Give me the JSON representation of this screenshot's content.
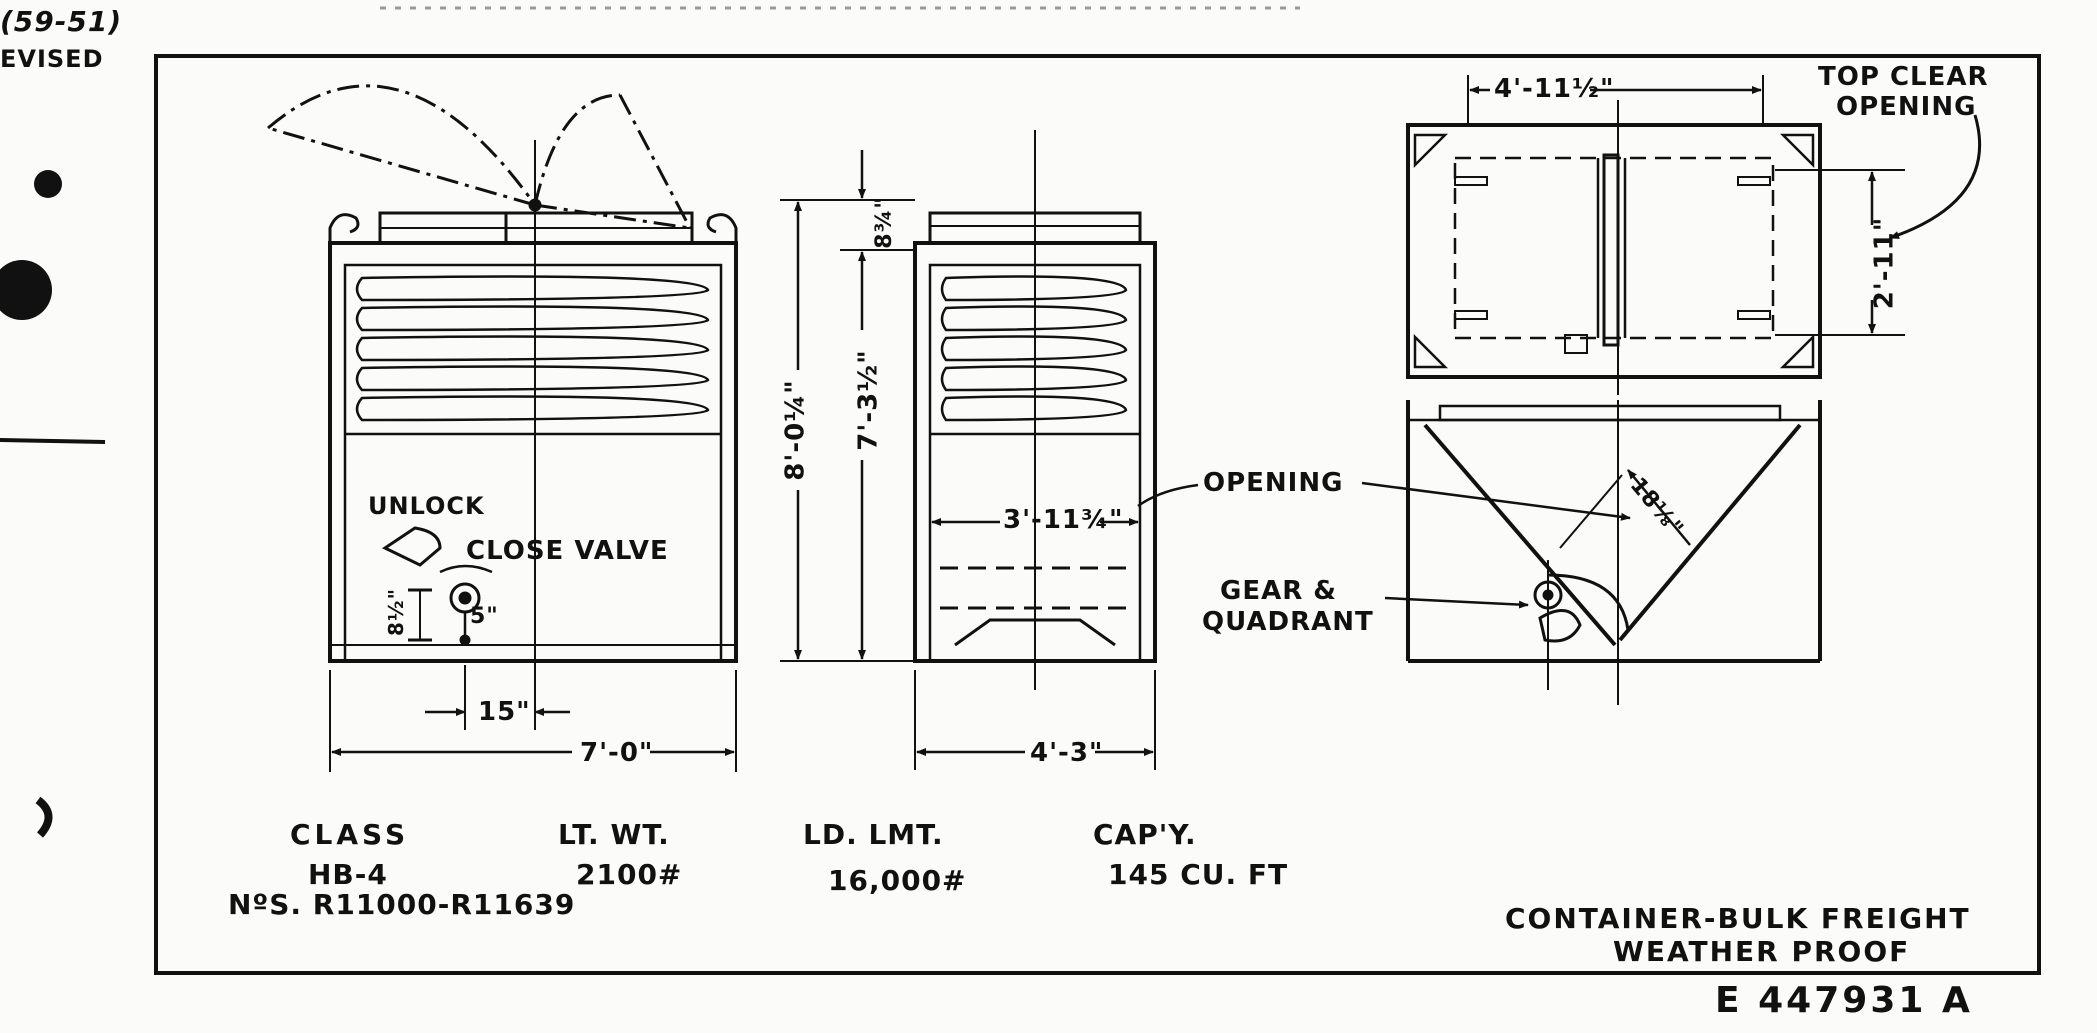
{
  "corner": {
    "top_left": "(59-51)",
    "revised": "EVISED"
  },
  "callouts": {
    "top_clear_opening": [
      "TOP CLEAR",
      "OPENING"
    ],
    "opening": "OPENING",
    "gear_quadrant": [
      "GEAR &",
      "QUADRANT"
    ],
    "unlock": "UNLOCK",
    "close_valve": "CLOSE VALVE"
  },
  "dimensions": {
    "overall_width": "7'-0\"",
    "valve_spacing": "15\"",
    "valve_height": "5\"",
    "valve_offset": "8½\"",
    "overall_height": "8'-0¼\"",
    "body_height": "7'-3½\"",
    "top_rim": "8¾\"",
    "inner_width": "3'-11¾\"",
    "end_width": "4'-3\"",
    "top_opening_length": "4'-11½\"",
    "top_opening_width": "2'-11\"",
    "discharge_opening": "18⅛\""
  },
  "specs": {
    "headers": [
      "CLASS",
      "LT. WT.",
      "LD. LMT.",
      "CAP'Y."
    ],
    "values": [
      "HB-4",
      "2100#",
      "16,000#",
      "145 CU. FT"
    ],
    "numbers": "NºS. R11000-R11639"
  },
  "title_block": {
    "line1": "CONTAINER-BULK FREIGHT",
    "line2": "WEATHER PROOF"
  },
  "drawing_number": "E 447931 A"
}
